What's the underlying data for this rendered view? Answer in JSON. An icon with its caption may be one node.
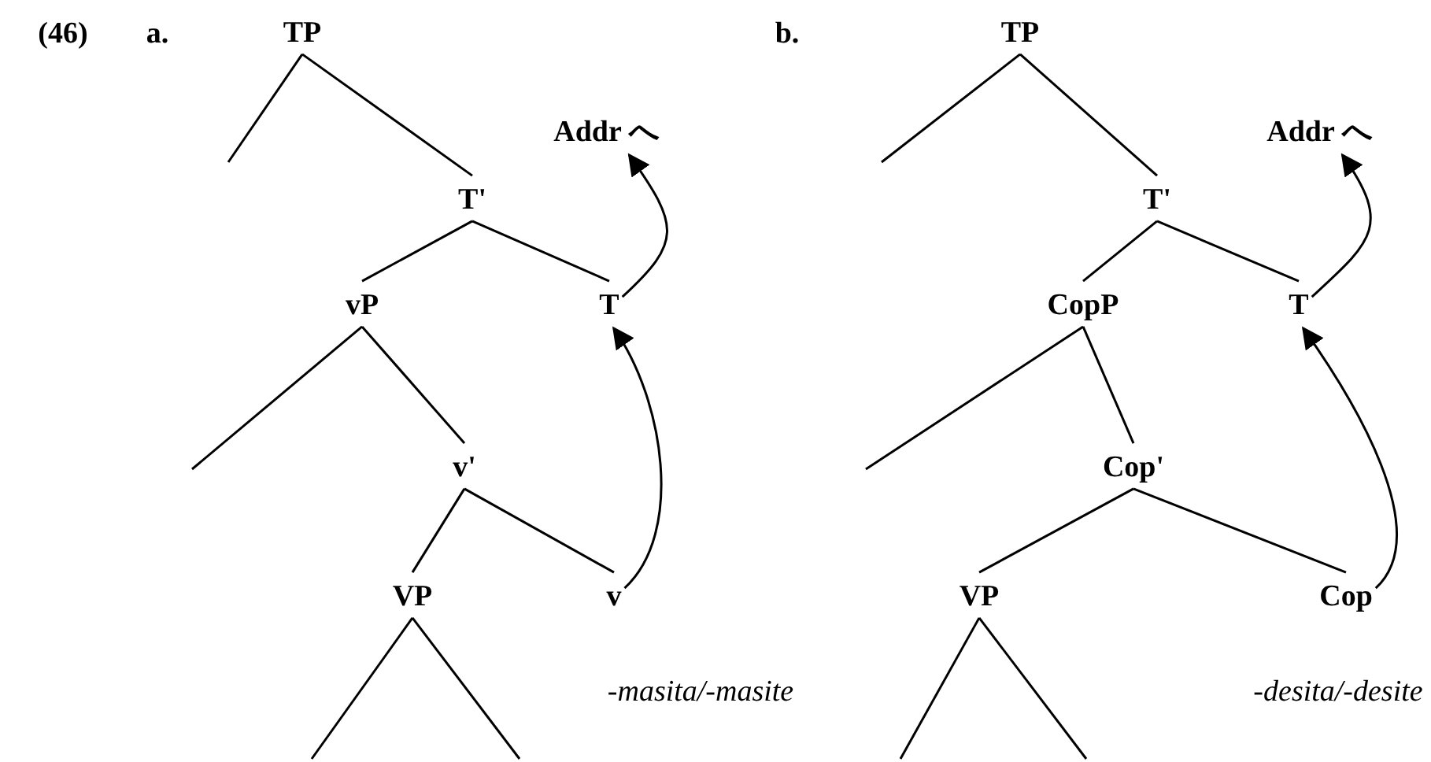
{
  "diagram": {
    "nodes": [
      {
        "text": [
          "TP"
        ]
      },
      {
        "text": [
          "Addr へ"
        ]
      },
      {
        "text": [
          "T'"
        ]
      },
      {
        "text": [
          "vP"
        ]
      },
      {
        "text": [
          "T"
        ]
      },
      {
        "text": [
          "v'"
        ]
      },
      {
        "text": [
          "VP"
        ]
      },
      {
        "text": [
          "v"
        ],
        "beside": [
          "-masita/-masite"
        ]
      },
      {
        "text": [
          "TP"
        ]
      },
      {
        "text": [
          "Addr へ"
        ]
      },
      {
        "text": [
          "T'"
        ]
      },
      {
        "text": [
          "CopP"
        ]
      },
      {
        "text": [
          "T"
        ]
      },
      {
        "text": [
          "Cop'"
        ]
      },
      {
        "text": [
          "VP"
        ]
      },
      {
        "text": [
          "Cop"
        ],
        "beside": [
          "-desita/-desite"
        ]
      }
    ],
    "edges": [
      {
        "from": 0,
        "to": null,
        "arrow": "none"
      },
      {
        "from": 0,
        "to": 2,
        "arrow": "none"
      },
      {
        "from": 2,
        "to": 3,
        "arrow": "none"
      },
      {
        "from": 2,
        "to": 4,
        "arrow": "none"
      },
      {
        "from": 3,
        "to": null,
        "arrow": "none"
      },
      {
        "from": 3,
        "to": 5,
        "arrow": "none"
      },
      {
        "from": 5,
        "to": 6,
        "arrow": "none"
      },
      {
        "from": 5,
        "to": 7,
        "arrow": "none"
      },
      {
        "from": 6,
        "to": null,
        "arrow": "none"
      },
      {
        "from": 6,
        "to": null,
        "arrow": "none"
      },
      {
        "from": 7,
        "to": 4,
        "arrow": "to"
      },
      {
        "from": 4,
        "to": 1,
        "arrow": "to"
      },
      {
        "from": 8,
        "to": null,
        "arrow": "none"
      },
      {
        "from": 8,
        "to": 10,
        "arrow": "none"
      },
      {
        "from": 10,
        "to": 11,
        "arrow": "none"
      },
      {
        "from": 10,
        "to": 12,
        "arrow": "none"
      },
      {
        "from": 11,
        "to": null,
        "arrow": "none"
      },
      {
        "from": 11,
        "to": 13,
        "arrow": "none"
      },
      {
        "from": 13,
        "to": 14,
        "arrow": "none"
      },
      {
        "from": 13,
        "to": 15,
        "arrow": "none"
      },
      {
        "from": 14,
        "to": null,
        "arrow": "none"
      },
      {
        "from": 14,
        "to": null,
        "arrow": "none"
      },
      {
        "from": 15,
        "to": 12,
        "arrow": "to"
      },
      {
        "from": 12,
        "to": 9,
        "arrow": "to"
      }
    ],
    "labels": [
      "(46)",
      "a.",
      "b."
    ]
  }
}
